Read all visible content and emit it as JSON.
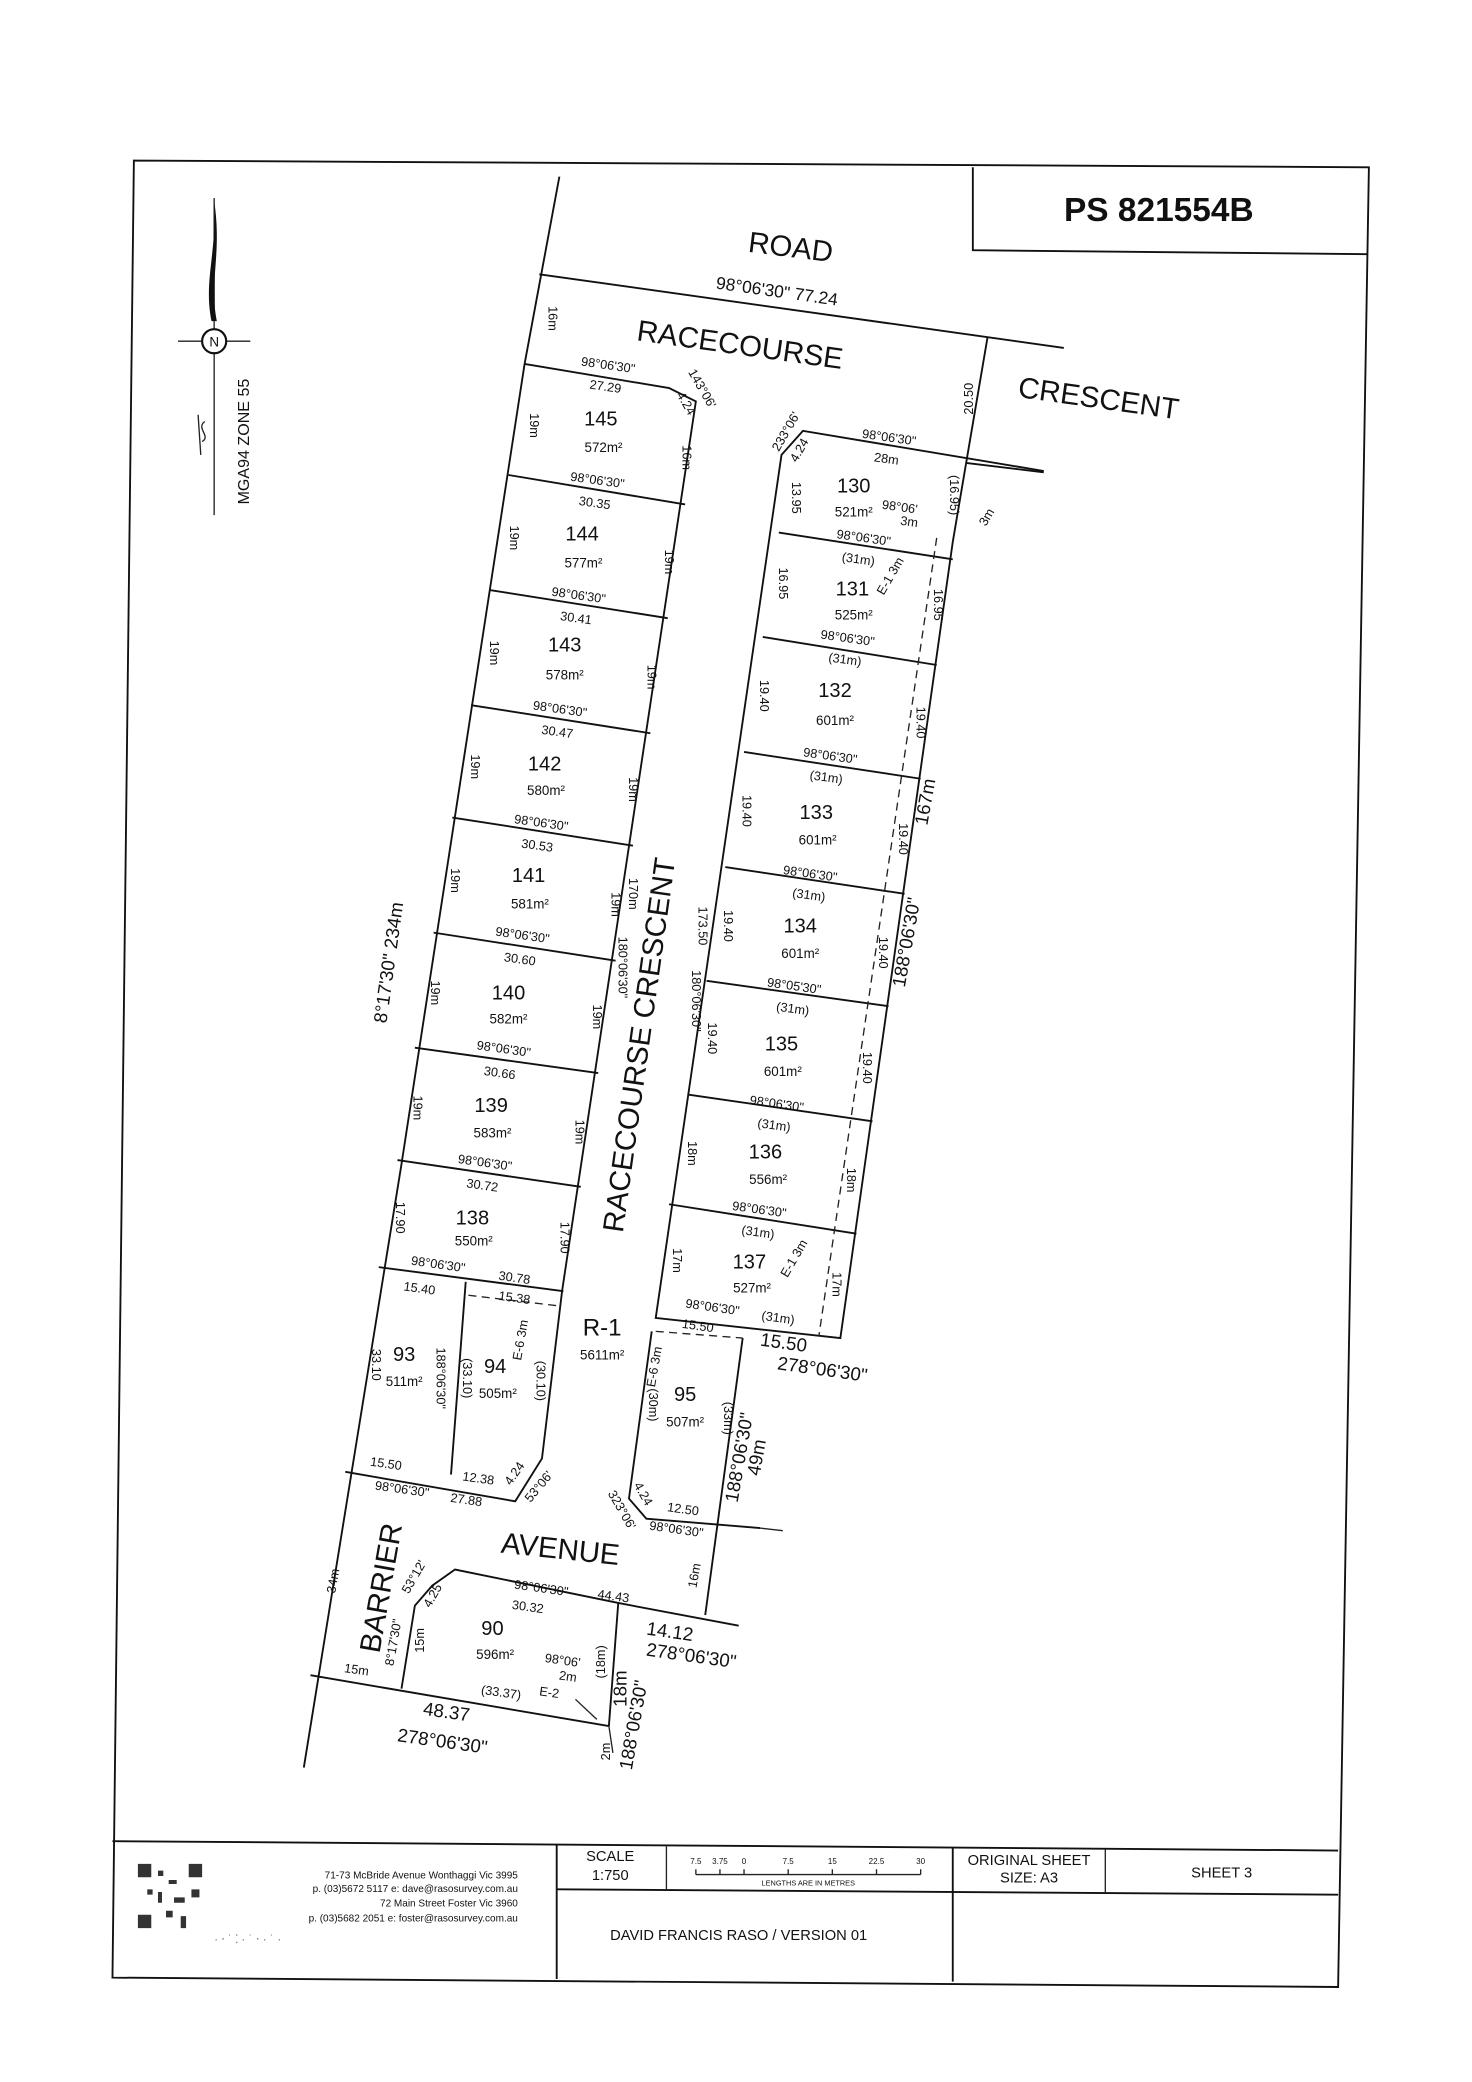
{
  "plan_number": "PS 821554B",
  "north": {
    "letter": "N",
    "zone": "MGA94 ZONE 55"
  },
  "roads": {
    "road_top": "ROAD",
    "racecourse_top": "RACECOURSE",
    "crescent_top": "CRESCENT",
    "racecourse_crescent": "RACECOURSE CRESCENT",
    "barrier": "BARRIER",
    "avenue": "AVENUE"
  },
  "lots": {
    "l145": {
      "number": "145",
      "area": "572m²"
    },
    "l144": {
      "number": "144",
      "area": "577m²"
    },
    "l143": {
      "number": "143",
      "area": "578m²"
    },
    "l142": {
      "number": "142",
      "area": "580m²"
    },
    "l141": {
      "number": "141",
      "area": "581m²"
    },
    "l140": {
      "number": "140",
      "area": "582m²"
    },
    "l139": {
      "number": "139",
      "area": "583m²"
    },
    "l138": {
      "number": "138",
      "area": "550m²"
    },
    "l93": {
      "number": "93",
      "area": "511m²"
    },
    "l94": {
      "number": "94",
      "area": "505m²"
    },
    "r1": {
      "number": "R-1",
      "area": "5611m²"
    },
    "l130": {
      "number": "130",
      "area": "521m²"
    },
    "l131": {
      "number": "131",
      "area": "525m²"
    },
    "l132": {
      "number": "132",
      "area": "601m²"
    },
    "l133": {
      "number": "133",
      "area": "601m²"
    },
    "l134": {
      "number": "134",
      "area": "601m²"
    },
    "l135": {
      "number": "135",
      "area": "601m²"
    },
    "l136": {
      "number": "136",
      "area": "556m²"
    },
    "l137": {
      "number": "137",
      "area": "527m²"
    },
    "l95": {
      "number": "95",
      "area": "507m²"
    },
    "l90": {
      "number": "90",
      "area": "596m²"
    }
  },
  "dims": [
    "98°06'30\"  77.24",
    "16m",
    "98°06'30\"",
    "27.29",
    "143°06'",
    "4.24",
    "19m",
    "16m",
    "98°06'30\"",
    "30.35",
    "19m",
    "19m",
    "98°06'30\"",
    "30.41",
    "19m",
    "19m",
    "98°06'30\"",
    "30.47",
    "19m",
    "19m",
    "98°06'30\"",
    "30.53",
    "19m",
    "19m",
    "170m",
    "98°06'30\"",
    "30.60",
    "19m",
    "19m",
    "180°06'30\"",
    "98°06'30\"",
    "30.66",
    "19m",
    "19m",
    "8°17'30\"  234m",
    "98°06'30\"",
    "30.72",
    "17.90",
    "17.90",
    "98°06'30\"",
    "30.78",
    "15.40",
    "15.38",
    "33.10",
    "188°06'30\"",
    "(33.10)",
    "(30.10)",
    "E-6 3m",
    "15.50",
    "12.38",
    "4.24",
    "98°06'30\"",
    "27.88",
    "53°06'",
    "233°06'",
    "4.24",
    "98°06'30\"",
    "28m",
    "20.50",
    "13.95",
    "(16.95)",
    "98°06'",
    "3m",
    "3m",
    "98°06'30\"",
    "(31m)",
    "E-1 3m",
    "16.95",
    "16.95",
    "98°06'30\"",
    "(31m)",
    "19.40",
    "19.40",
    "167m",
    "98°06'30\"",
    "(31m)",
    "19.40",
    "19.40",
    "188°06'30\"",
    "98°06'30\"",
    "(31m)",
    "173.50",
    "19.40",
    "19.40",
    "180°06'30\"",
    "98°05'30\"",
    "(31m)",
    "19.40",
    "19.40",
    "98°06'30\"",
    "(31m)",
    "18m",
    "18m",
    "98°06'30\"",
    "(31m)",
    "17m",
    "E-1 3m",
    "17m",
    "98°06'30\"",
    "(31m)",
    "15.50",
    "15.50",
    "E-6 3m",
    "(30m)",
    "(33m)",
    "188°06'30\"",
    "4.24",
    "323°06'",
    "12.50",
    "98°06'30\"",
    "16m",
    "34m",
    "53°12'",
    "4.25",
    "98°06'30\"",
    "44.43",
    "30.32",
    "8°17'30\"",
    "15m",
    "98°06'",
    "2m",
    "(18m)",
    "(33.37)",
    "E-2",
    "15m",
    "14.12",
    "18m",
    "48.37",
    "278°06'30\"",
    "2m",
    "188°06'30\"",
    "278°06'30\"",
    "278°06'30\"",
    "15.50",
    "49m",
    "31m"
  ],
  "title_block": {
    "address1": "71-73 McBride Avenue Wonthaggi Vic 3995",
    "contact1": "p. (03)5672 5117 e: dave@rasosurvey.com.au",
    "address2": "72 Main Street Foster Vic 3960",
    "contact2": "p. (03)5682 2051 e: foster@rasosurvey.com.au",
    "scale_label": "SCALE",
    "scale_value": "1:750",
    "scale_ticks": [
      "7.5",
      "3.75",
      "0",
      "7.5",
      "15",
      "22.5",
      "30"
    ],
    "scale_units": "LENGTHS ARE IN METRES",
    "sheet_size_label": "ORIGINAL SHEET",
    "sheet_size_value": "SIZE: A3",
    "sheet": "SHEET 3",
    "surveyor_version": "DAVID FRANCIS RASO  /  VERSION 01"
  }
}
